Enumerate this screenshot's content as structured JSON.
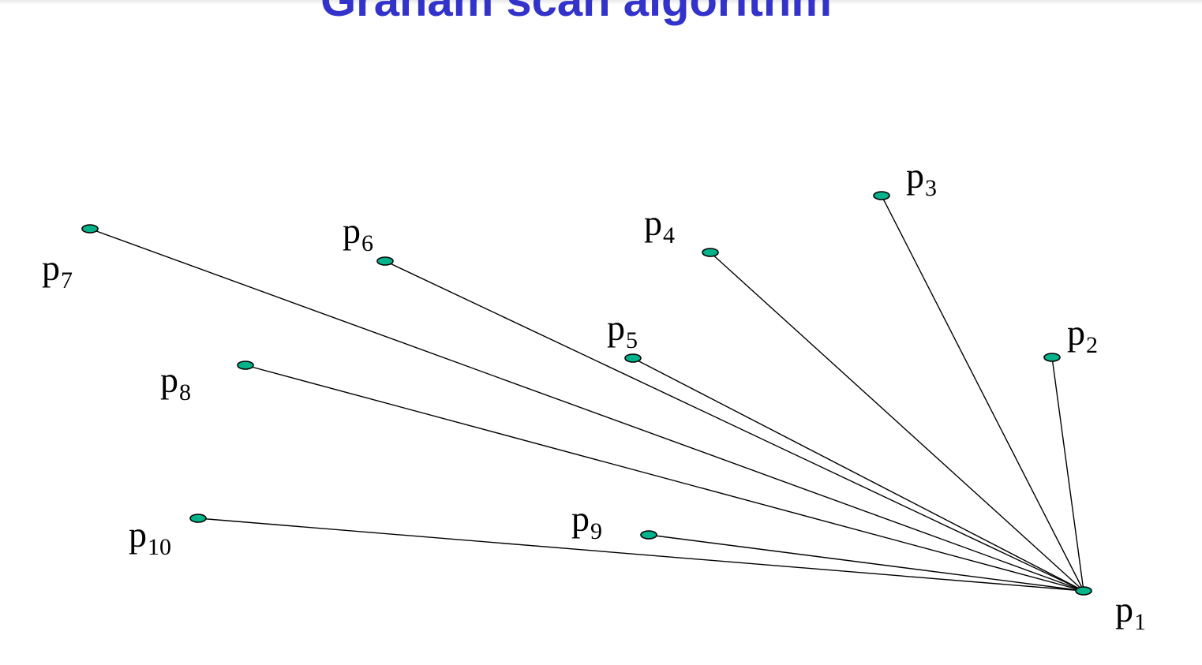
{
  "title": "Graham scan algorithm",
  "colors": {
    "title": "#3333cc",
    "point_fill": "#00b38a",
    "line": "#000000"
  },
  "points": [
    {
      "id": "p1",
      "base": "p",
      "sub": "1"
    },
    {
      "id": "p2",
      "base": "p",
      "sub": "2"
    },
    {
      "id": "p3",
      "base": "p",
      "sub": "3"
    },
    {
      "id": "p4",
      "base": "p",
      "sub": "4"
    },
    {
      "id": "p5",
      "base": "p",
      "sub": "5"
    },
    {
      "id": "p6",
      "base": "p",
      "sub": "6"
    },
    {
      "id": "p7",
      "base": "p",
      "sub": "7"
    },
    {
      "id": "p8",
      "base": "p",
      "sub": "8"
    },
    {
      "id": "p9",
      "base": "p",
      "sub": "9"
    },
    {
      "id": "p10",
      "base": "p",
      "sub": "10"
    }
  ],
  "edges": [
    [
      "p1",
      "p2"
    ],
    [
      "p1",
      "p3"
    ],
    [
      "p1",
      "p4"
    ],
    [
      "p1",
      "p5"
    ],
    [
      "p1",
      "p6"
    ],
    [
      "p1",
      "p7"
    ],
    [
      "p1",
      "p8"
    ],
    [
      "p1",
      "p9"
    ],
    [
      "p1",
      "p10"
    ]
  ]
}
